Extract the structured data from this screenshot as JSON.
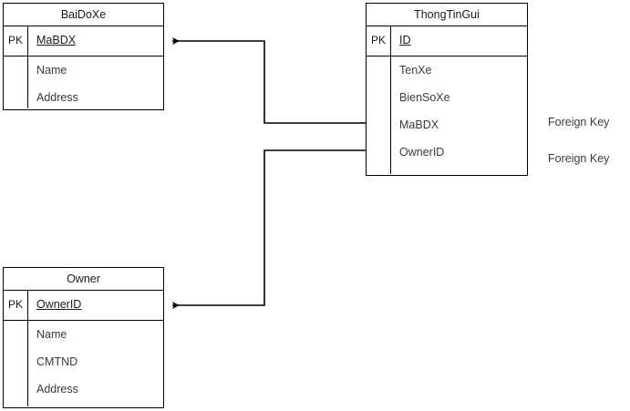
{
  "diagram": {
    "type": "entity-relationship-diagram",
    "background_color": "#ffffff",
    "line_color": "#000000",
    "text_color": "#1a1a1a"
  },
  "entities": [
    {
      "id": "baidoxe",
      "title": "BaiDoXe",
      "pk_tag": "PK",
      "pk_field": "MaBDX",
      "fields": [
        "Name",
        "Address"
      ]
    },
    {
      "id": "thongtingui",
      "title": "ThongTinGui",
      "pk_tag": "PK",
      "pk_field": "ID",
      "fields": [
        "TenXe",
        "BienSoXe",
        "MaBDX",
        "OwnerID"
      ]
    },
    {
      "id": "owner",
      "title": "Owner",
      "pk_tag": "PK",
      "pk_field": "OwnerID",
      "fields": [
        "Name",
        "CMTND",
        "Address"
      ]
    }
  ],
  "annotations": [
    {
      "id": "fk-mabdx",
      "text": "Foreign Key"
    },
    {
      "id": "fk-ownerid",
      "text": "Foreign Key"
    }
  ],
  "relationships": [
    {
      "id": "rel-mabdx",
      "from_entity": "thongtingui",
      "from_field": "MaBDX",
      "to_entity": "baidoxe",
      "to_field": "MaBDX",
      "arrow_at": "to"
    },
    {
      "id": "rel-ownerid",
      "from_entity": "thongtingui",
      "from_field": "OwnerID",
      "to_entity": "owner",
      "to_field": "OwnerID",
      "arrow_at": "to"
    }
  ]
}
